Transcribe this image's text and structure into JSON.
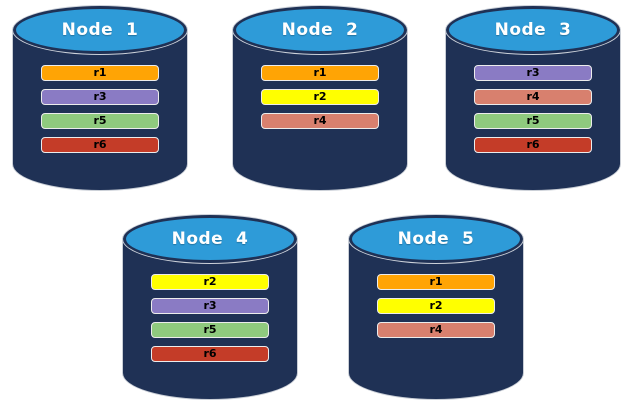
{
  "diagram": {
    "description": "Database nodes with replica placement",
    "colors": {
      "cylinder_body": "#1F3155",
      "cylinder_top": "#2E9BD8",
      "replica_colors": {
        "r1": "#FFA405",
        "r2": "#FFFF00",
        "r3": "#8A7BC4",
        "r4": "#D8806E",
        "r5": "#8FCA7E",
        "r6": "#C43C28"
      }
    },
    "nodes": [
      {
        "label": "Node  1",
        "replicas": [
          "r1",
          "r3",
          "r5",
          "r6"
        ]
      },
      {
        "label": "Node  2",
        "replicas": [
          "r1",
          "r2",
          "r4"
        ]
      },
      {
        "label": "Node  3",
        "replicas": [
          "r3",
          "r4",
          "r5",
          "r6"
        ]
      },
      {
        "label": "Node  4",
        "replicas": [
          "r2",
          "r3",
          "r5",
          "r6"
        ]
      },
      {
        "label": "Node  5",
        "replicas": [
          "r1",
          "r2",
          "r4"
        ]
      }
    ]
  }
}
